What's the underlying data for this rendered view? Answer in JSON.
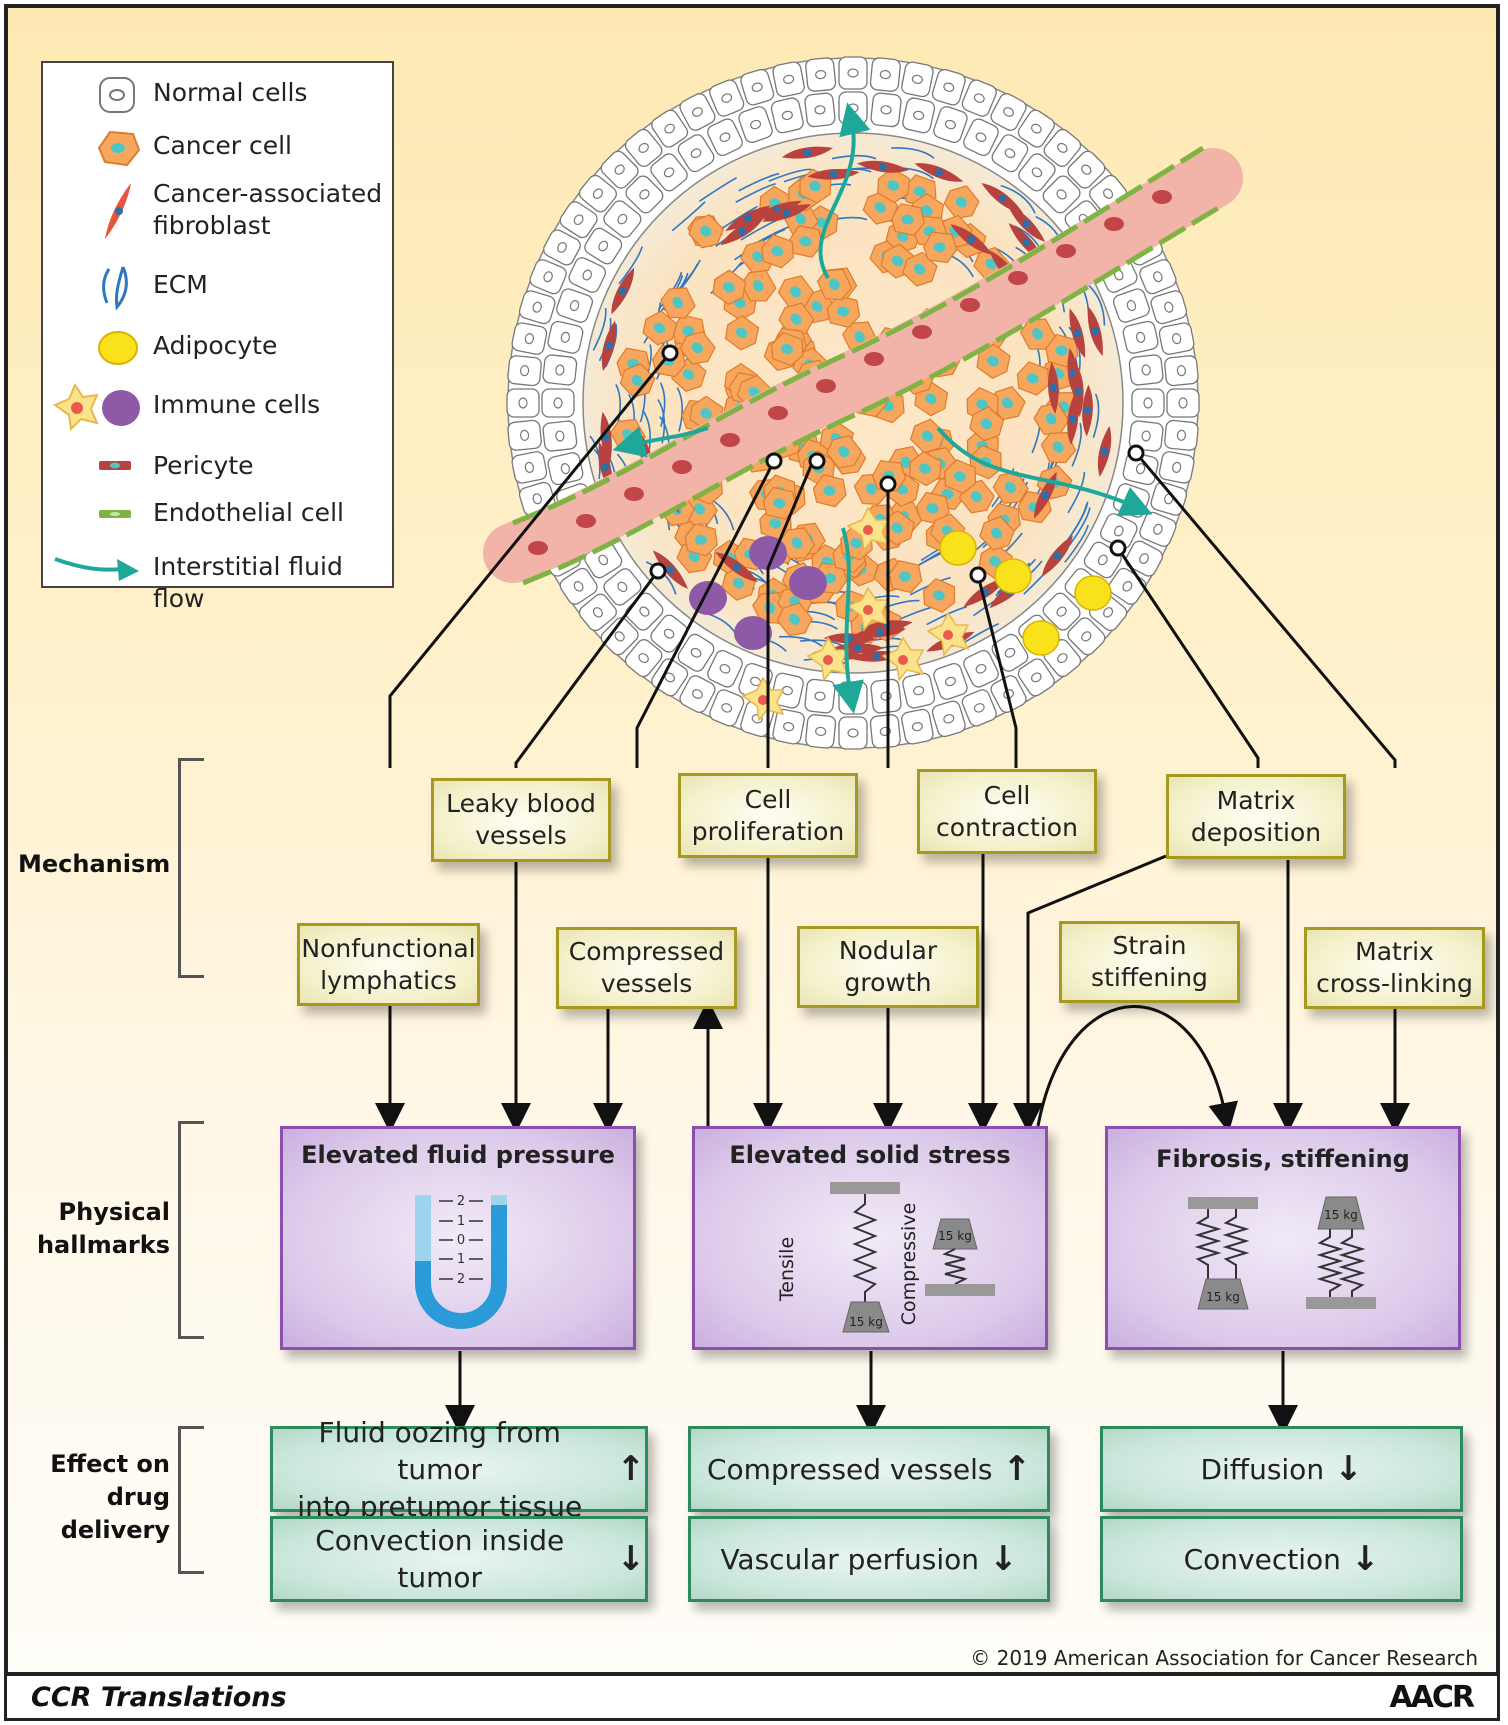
{
  "legend": {
    "items": [
      {
        "icon": "normal-cell-icon",
        "label": "Normal cells"
      },
      {
        "icon": "cancer-cell-icon",
        "label": "Cancer cell"
      },
      {
        "icon": "fibroblast-icon",
        "label": "Cancer-associated\nfibroblast"
      },
      {
        "icon": "ecm-icon",
        "label": "ECM"
      },
      {
        "icon": "adipocyte-icon",
        "label": "Adipocyte"
      },
      {
        "icon": "immune-cells-icon",
        "label": "Immune cells"
      },
      {
        "icon": "pericyte-icon",
        "label": "Pericyte"
      },
      {
        "icon": "endothelial-cell-icon",
        "label": "Endothelial cell"
      },
      {
        "icon": "fluid-flow-arrow-icon",
        "label": "Interstitial fluid flow"
      }
    ]
  },
  "rows": {
    "mechanism": "Mechanism",
    "physical_hallmarks": "Physical\nhallmarks",
    "effect": "Effect on\ndrug\ndelivery"
  },
  "mechanisms": {
    "leaky": "Leaky blood\nvessels",
    "proliferation": "Cell\nproliferation",
    "contraction": "Cell\ncontraction",
    "deposition": "Matrix\ndeposition",
    "lymphatics": "Nonfunctional\nlymphatics",
    "compressed": "Compressed\nvessels",
    "nodular": "Nodular\ngrowth",
    "strain": "Strain\nstiffening",
    "crosslinking": "Matrix\ncross-linking"
  },
  "hallmarks": {
    "fluid": {
      "title": "Elevated fluid pressure",
      "scale": [
        "2",
        "1",
        "0",
        "1",
        "2"
      ]
    },
    "solid": {
      "title": "Elevated solid stress",
      "tensile": "Tensile",
      "compressive": "Compressive",
      "weight": "15 kg"
    },
    "fibrosis": {
      "title": "Fibrosis, stiffening",
      "weight": "15 kg"
    }
  },
  "effects": {
    "fluid_oozing": {
      "text": "Fluid oozing from tumor\ninto pretumor tissue",
      "direction": "↑"
    },
    "convection_inside": {
      "text": "Convection inside tumor",
      "direction": "↓"
    },
    "compressed_vessels": {
      "text": "Compressed vessels",
      "direction": "↑"
    },
    "vascular_perfusion": {
      "text": "Vascular perfusion",
      "direction": "↓"
    },
    "diffusion": {
      "text": "Diffusion",
      "direction": "↓"
    },
    "convection": {
      "text": "Convection",
      "direction": "↓"
    }
  },
  "footer": {
    "copyright": "© 2019 American Association for Cancer Research",
    "journal": "CCR Translations",
    "logo": "AACR"
  },
  "colors": {
    "background": "#fee9b3",
    "mechanism_border": "#a59a1f",
    "hallmark_border": "#8c4fb0",
    "effect_border": "#2a8b5d",
    "cancer_cell": "#f7a65e",
    "fluid_flow": "#1fa89a",
    "vessel": "#f2b3a8"
  }
}
